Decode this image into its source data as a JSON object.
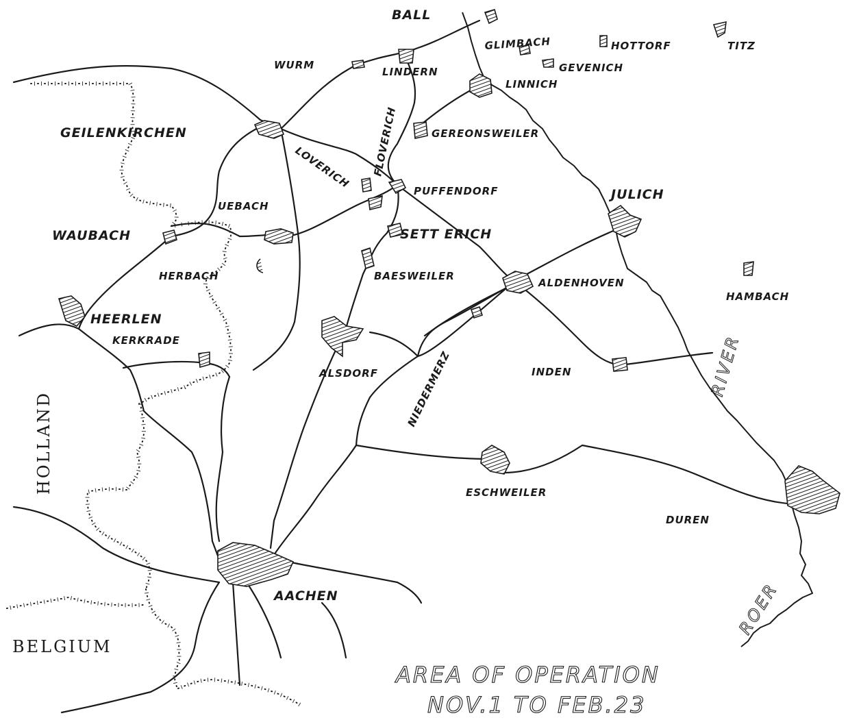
{
  "title": {
    "line1": "AREA OF OPERATION",
    "line2": "NOV.1 TO FEB.23"
  },
  "countries": {
    "holland": "HOLLAND",
    "belgium": "BELGIUM"
  },
  "rivers": {
    "river": "RIVER",
    "roer": "ROER"
  },
  "towns": {
    "ball": "BALL",
    "glimbach": "GLIMBACH",
    "hottorf": "HOTTORF",
    "titz": "TITZ",
    "wurm": "WURM",
    "lindern": "LINDERN",
    "gevenich": "GEVENICH",
    "linnich": "LINNICH",
    "geilenkirchen": "GEILENKIRCHEN",
    "gereonsweiler": "GEREONSWEILER",
    "floverich": "FLOVERICH",
    "loverich": "LOVERICH",
    "puffendorf": "PUFFENDORF",
    "julich": "JULICH",
    "uebach": "UEBACH",
    "waubach": "WAUBACH",
    "setterich": "SETT ERICH",
    "herbach": "HERBACH",
    "baesweiler": "BAESWEILER",
    "aldenhoven": "ALDENHOVEN",
    "hambach": "HAMBACH",
    "heerlen": "HEERLEN",
    "kerkrade": "KERKRADE",
    "niedermerz": "NIEDERMERZ",
    "inden": "INDEN",
    "alsdorf": "ALSDORF",
    "eschweiler": "ESCHWEILER",
    "duren": "DUREN",
    "aachen": "AACHEN"
  }
}
